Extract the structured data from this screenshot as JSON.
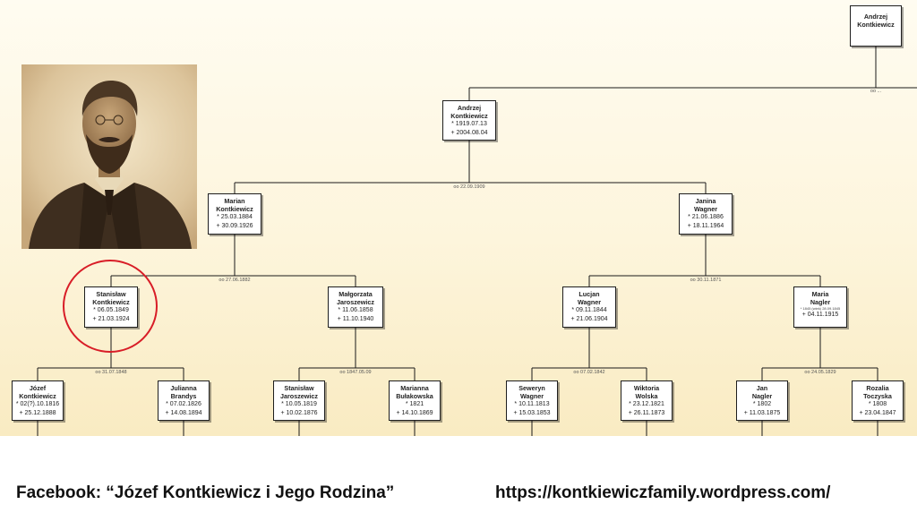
{
  "people": {
    "top_right": {
      "name": "Andrzej\nKontkiewicz",
      "dates": []
    },
    "andrzej": {
      "name": "Andrzej\nKontkiewicz",
      "dates": [
        "* 1919.07.13",
        "+ 2004.08.04"
      ]
    },
    "marian": {
      "name": "Marian\nKontkiewicz",
      "dates": [
        "* 25.03.1884",
        "+ 30.09.1926"
      ]
    },
    "janina": {
      "name": "Janina\nWagner",
      "dates": [
        "* 21.06.1886",
        "+ 18.11.1964"
      ]
    },
    "stanislaw_k": {
      "name": "Stanisław\nKontkiewicz",
      "dates": [
        "* 06.05.1849",
        "+ 21.03.1924"
      ]
    },
    "malgorzata": {
      "name": "Małgorzata\nJaroszewicz",
      "dates": [
        "* 11.06.1858",
        "+ 11.10.1940"
      ]
    },
    "lucjan": {
      "name": "Lucjan\nWagner",
      "dates": [
        "* 09.11.1844",
        "+ 21.06.1904"
      ]
    },
    "maria": {
      "name": "Maria\nNagler",
      "note": "* 1845 (wiek) 28.09.1845",
      "dates": [
        "+ 04.11.1915"
      ]
    },
    "jozef": {
      "name": "Józef\nKontkiewicz",
      "dates": [
        "* 02(?).10.1816",
        "+ 25.12.1888"
      ]
    },
    "julianna": {
      "name": "Julianna\nBrandys",
      "dates": [
        "* 07.02.1826",
        "+ 14.08.1894"
      ]
    },
    "stanislaw_j": {
      "name": "Stanisław\nJaroszewicz",
      "dates": [
        "* 10.05.1819",
        "+ 10.02.1876"
      ]
    },
    "marianna": {
      "name": "Marianna\nBułakowska",
      "dates": [
        "* 1821",
        "+ 14.10.1869"
      ]
    },
    "seweryn": {
      "name": "Seweryn\nWagner",
      "dates": [
        "* 10.11.1813",
        "+ 15.03.1853"
      ]
    },
    "wiktoria": {
      "name": "Wiktoria\nWolska",
      "dates": [
        "* 23.12.1821",
        "+ 26.11.1873"
      ]
    },
    "jan": {
      "name": "Jan\nNagler",
      "dates": [
        "* 1802",
        "+ 11.03.1875"
      ]
    },
    "rozalia": {
      "name": "Rozalia\nToczyska",
      "dates": [
        "* 1808",
        "+ 23.04.1847"
      ]
    }
  },
  "marriages": {
    "top": "oo ...",
    "andrzej_parents": "oo 22.09.1909",
    "marian_parents": "oo 27.06.1882",
    "janina_parents": "oo 30.11.1871",
    "stanislaw_parents": "oo 31.07.1848",
    "malgorzata_parents": "oo 1847.05.09",
    "lucjan_parents": "oo 07.02.1842",
    "maria_parents": "oo 24.05.1829"
  },
  "footer": {
    "facebook": "Facebook: “Józef Kontkiewicz i Jego Rodzina”",
    "website": "https://kontkiewiczfamily.wordpress.com/"
  },
  "colors": {
    "highlight_circle": "#d81d27",
    "background_gradient": "#f9ebc2"
  },
  "photo": {
    "description_icon": "portrait-photo"
  }
}
